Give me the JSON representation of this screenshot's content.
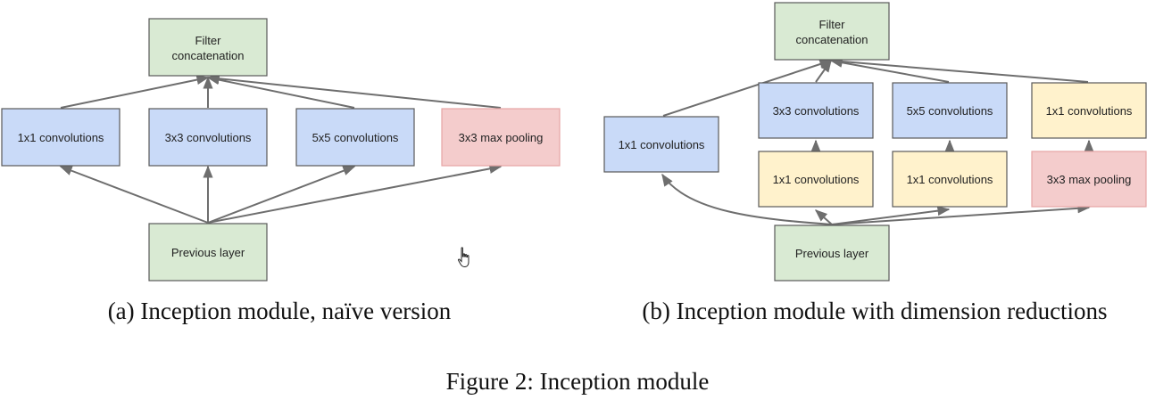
{
  "colors": {
    "green_fill": "#d9ead3",
    "green_stroke": "#595959",
    "blue_fill": "#c9daf8",
    "blue_stroke": "#595959",
    "yellow_fill": "#fff2cc",
    "yellow_stroke": "#595959",
    "red_fill": "#f4cccc",
    "red_stroke": "#e6a5a5",
    "arrow": "#6e6e6e"
  },
  "diagram_a": {
    "caption": "(a) Inception module, naïve version",
    "filter_concat": [
      "Filter",
      "concatenation"
    ],
    "conv1x1": "1x1 convolutions",
    "conv3x3": "3x3 convolutions",
    "conv5x5": "5x5 convolutions",
    "maxpool": "3x3 max pooling",
    "previous_layer": "Previous layer"
  },
  "diagram_b": {
    "caption": "(b) Inception module with dimension reductions",
    "filter_concat": [
      "Filter",
      "concatenation"
    ],
    "conv1x1_direct": "1x1 convolutions",
    "conv3x3": "3x3 convolutions",
    "conv5x5": "5x5 convolutions",
    "conv1x1_after_pool": "1x1 convolutions",
    "reduce_3x3": "1x1 convolutions",
    "reduce_5x5": "1x1 convolutions",
    "maxpool": "3x3 max pooling",
    "previous_layer": "Previous layer"
  },
  "figure_caption": "Figure 2: Inception module",
  "cursor_icon": "hand-pointer-icon"
}
